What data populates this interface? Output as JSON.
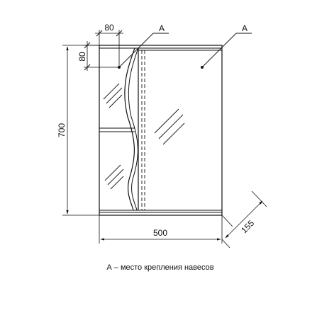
{
  "dimensions": {
    "width": "500",
    "height": "700",
    "depth": "155",
    "shelf_width": "80",
    "top_offset": "80"
  },
  "markers": {
    "mount_left": "A",
    "mount_right": "A"
  },
  "caption": "А – место крепления навесов"
}
